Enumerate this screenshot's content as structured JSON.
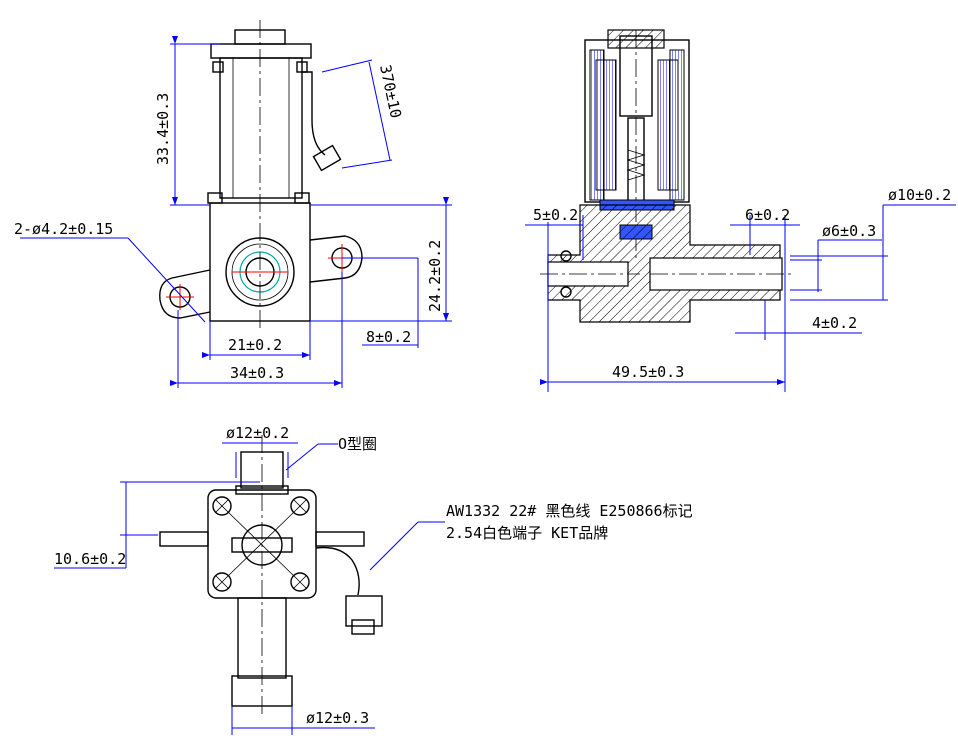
{
  "side_view": {
    "dim_height_top": "33.4±0.3",
    "dim_wire": "370±10",
    "dim_holes": "2-ø4.2±0.15",
    "dim_height_body": "24.2±0.2",
    "dim_body_width": "21±0.2",
    "dim_offset": "8±0.2",
    "dim_total_width": "34±0.3"
  },
  "section_view": {
    "dim_inlet_port": "5±0.2",
    "dim_outlet_length": "6±0.2",
    "dim_outlet_dia_outer": "ø10±0.2",
    "dim_outlet_dia_inner": "ø6±0.3",
    "dim_barb": "4±0.2",
    "dim_total_length": "49.5±0.3"
  },
  "bottom_view": {
    "dim_top_dia": "ø12±0.2",
    "oring_label": "O型圈",
    "dim_side_offset": "10.6±0.2",
    "dim_bottom_dia": "ø12±0.3",
    "note_line1": "AW1332  22#  黑色线 E250866标记",
    "note_line2": "2.54白色端子 KET品牌"
  },
  "colors": {
    "dimension_line": "#0000ff",
    "hole_center": "#ff0000",
    "outline": "#000000"
  }
}
